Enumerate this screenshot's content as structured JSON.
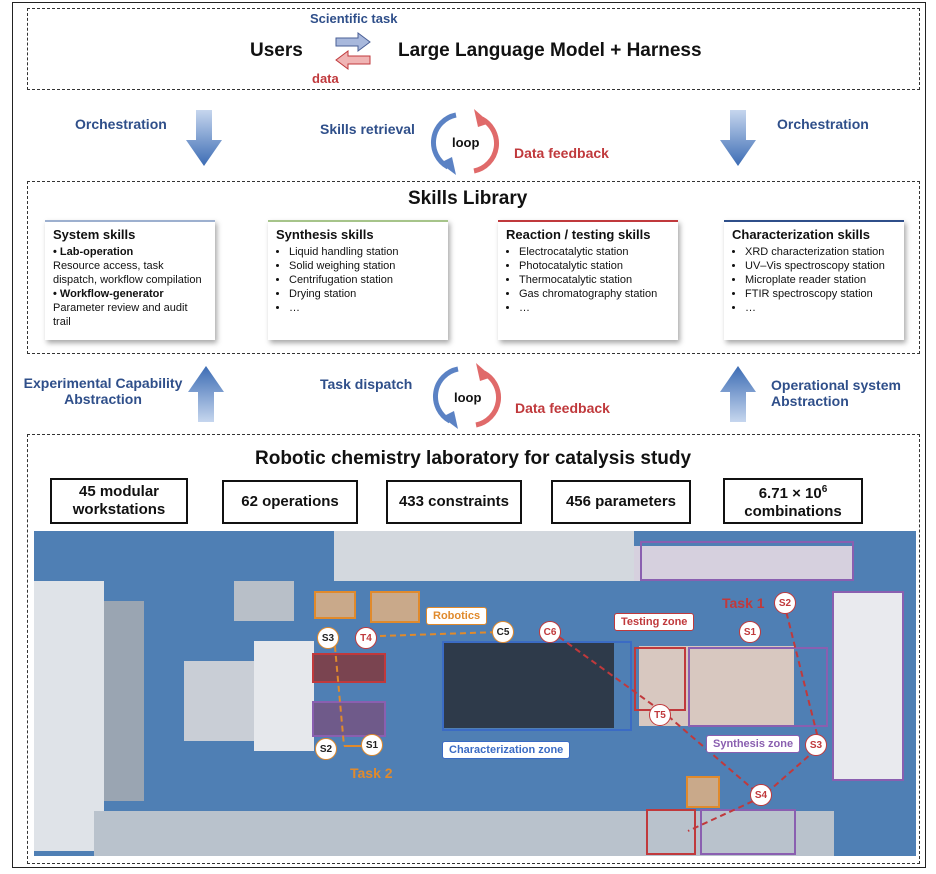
{
  "top": {
    "users": "Users",
    "llm": "Large Language Model + Harness",
    "task_label": "Scientific task",
    "data_label": "data"
  },
  "middle1": {
    "orchestration_left": "Orchestration",
    "orchestration_right": "Orchestration",
    "skills_retrieval": "Skills retrieval",
    "loop": "loop",
    "data_feedback": "Data feedback"
  },
  "library": {
    "title": "Skills Library",
    "system": {
      "title": "System skills",
      "lab_op": "Lab-operation",
      "lab_op_desc": "Resource access, task dispatch, workflow compilation",
      "wf_gen": "Workflow-generator",
      "wf_gen_desc": "Parameter review and audit trail"
    },
    "synthesis": {
      "title": "Synthesis skills",
      "items": [
        "Liquid handling station",
        "Solid weighing station",
        "Centrifugation station",
        "Drying station",
        "…"
      ]
    },
    "reaction": {
      "title": "Reaction / testing skills",
      "items": [
        "Electrocatalytic station",
        "Photocatalytic station",
        "Thermocatalytic station",
        "Gas chromatography station",
        "…"
      ]
    },
    "characterization": {
      "title": "Characterization skills",
      "items": [
        "XRD characterization station",
        "UV–Vis spectroscopy station",
        "Microplate reader station",
        "FTIR spectroscopy station",
        "…"
      ]
    }
  },
  "middle2": {
    "exp_capability_1": "Experimental Capability",
    "exp_capability_2": "Abstraction",
    "task_dispatch": "Task dispatch",
    "loop": "loop",
    "data_feedback": "Data feedback",
    "op_system_1": "Operational system",
    "op_system_2": "Abstraction"
  },
  "lab": {
    "title": "Robotic chemistry laboratory for catalysis study",
    "stats": [
      {
        "line1": "45 modular",
        "line2": "workstations"
      },
      {
        "line1": "62 operations",
        "line2": ""
      },
      {
        "line1": "433 constraints",
        "line2": ""
      },
      {
        "line1": "456 parameters",
        "line2": ""
      },
      {
        "line1": "6.71 × 10",
        "sup": "6",
        "line2": "combinations"
      }
    ],
    "zones": {
      "robotics": "Robotics",
      "testing": "Testing zone",
      "characterization": "Characterization zone",
      "synthesis": "Synthesis zone"
    },
    "tasks": {
      "task1": "Task 1",
      "task2": "Task 2"
    },
    "markers": {
      "s3a": "S3",
      "t4": "T4",
      "c5": "C5",
      "c6": "C6",
      "s2a": "S2",
      "s1a": "S1",
      "s2b": "S2",
      "s1b": "S1",
      "t5": "T5",
      "s3b": "S3",
      "s4": "S4"
    }
  },
  "colors": {
    "blue": "#2f4f8a",
    "red": "#c0393c",
    "orange": "#e08a2c",
    "purple": "#8a5fb0",
    "floor": "#4f7fb4"
  }
}
